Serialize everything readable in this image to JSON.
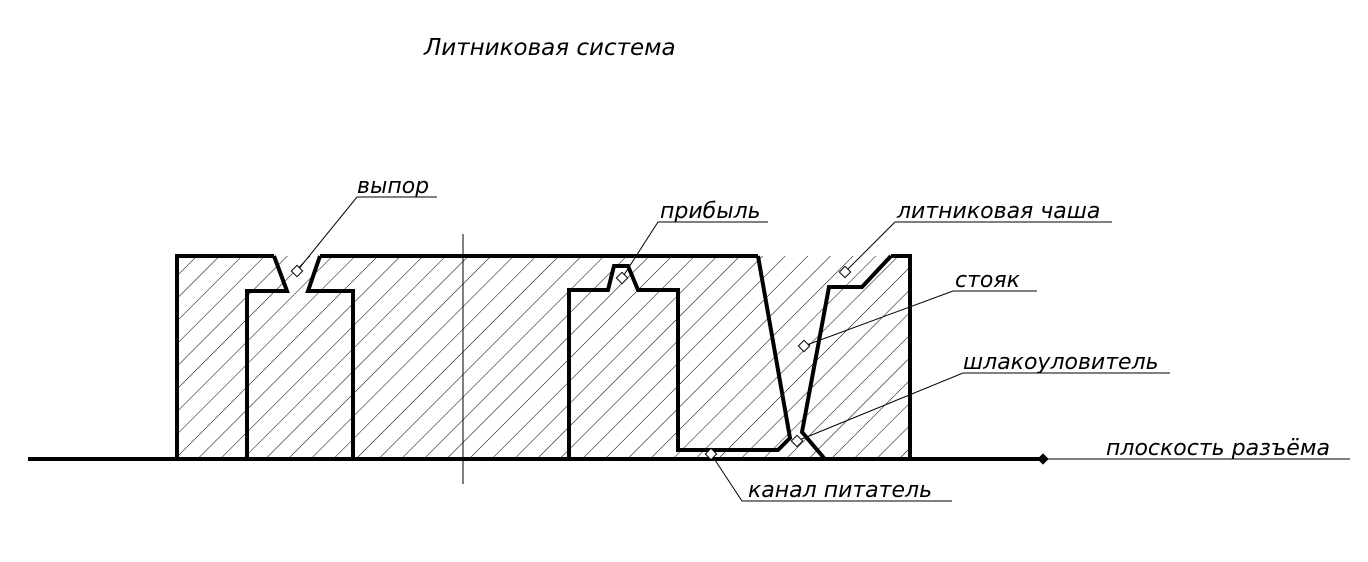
{
  "title": "Литниковая система",
  "labels": {
    "vypor": "выпор",
    "pribyl": "прибыль",
    "chasha": "литниковая чаша",
    "stoyak": "стояк",
    "shlak": "шлакоуловитель",
    "kanal": "канал питатель",
    "ploskost": "плоскость разъёма"
  }
}
